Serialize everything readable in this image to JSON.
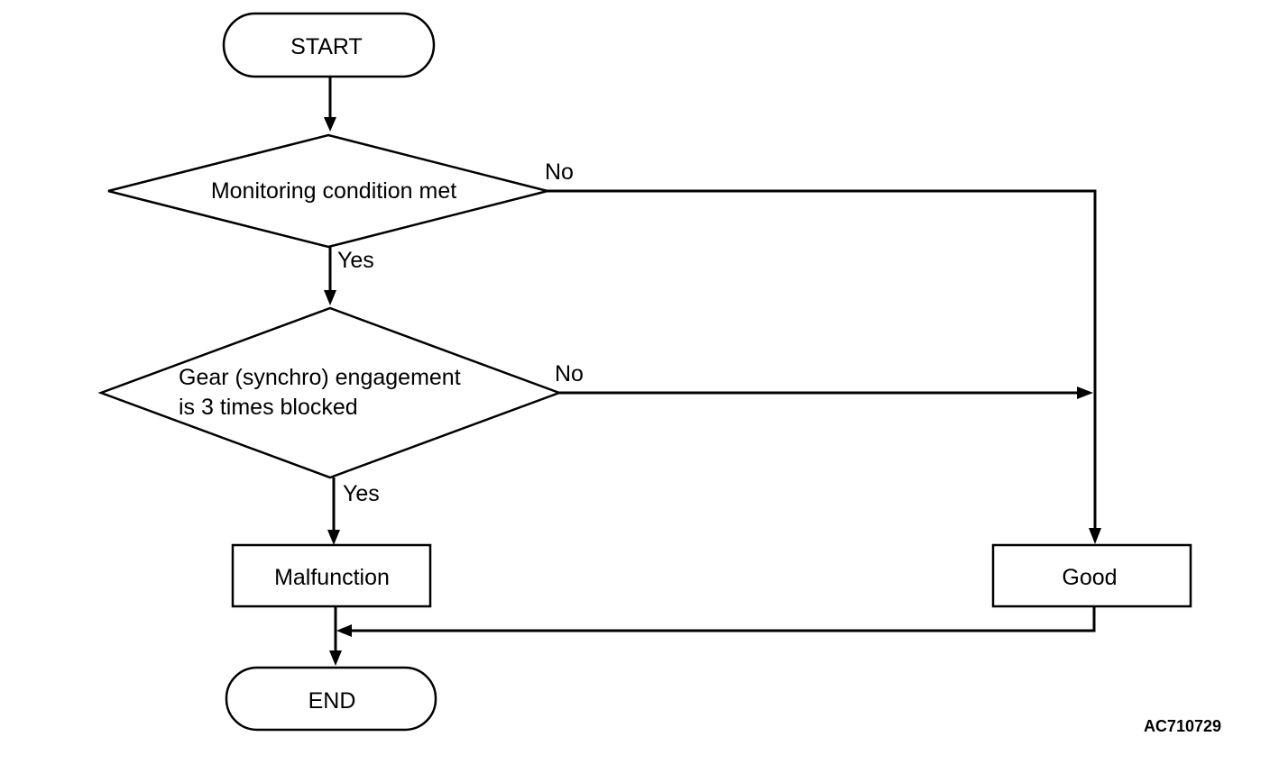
{
  "nodes": {
    "start": "START",
    "decision1": "Monitoring condition met",
    "decision2_line1": "Gear (synchro) engagement",
    "decision2_line2": "is 3 times blocked",
    "malfunction": "Malfunction",
    "good": "Good",
    "end": "END"
  },
  "edges": {
    "d1_no": "No",
    "d1_yes": "Yes",
    "d2_no": "No",
    "d2_yes": "Yes"
  },
  "figure_code": "AC710729"
}
